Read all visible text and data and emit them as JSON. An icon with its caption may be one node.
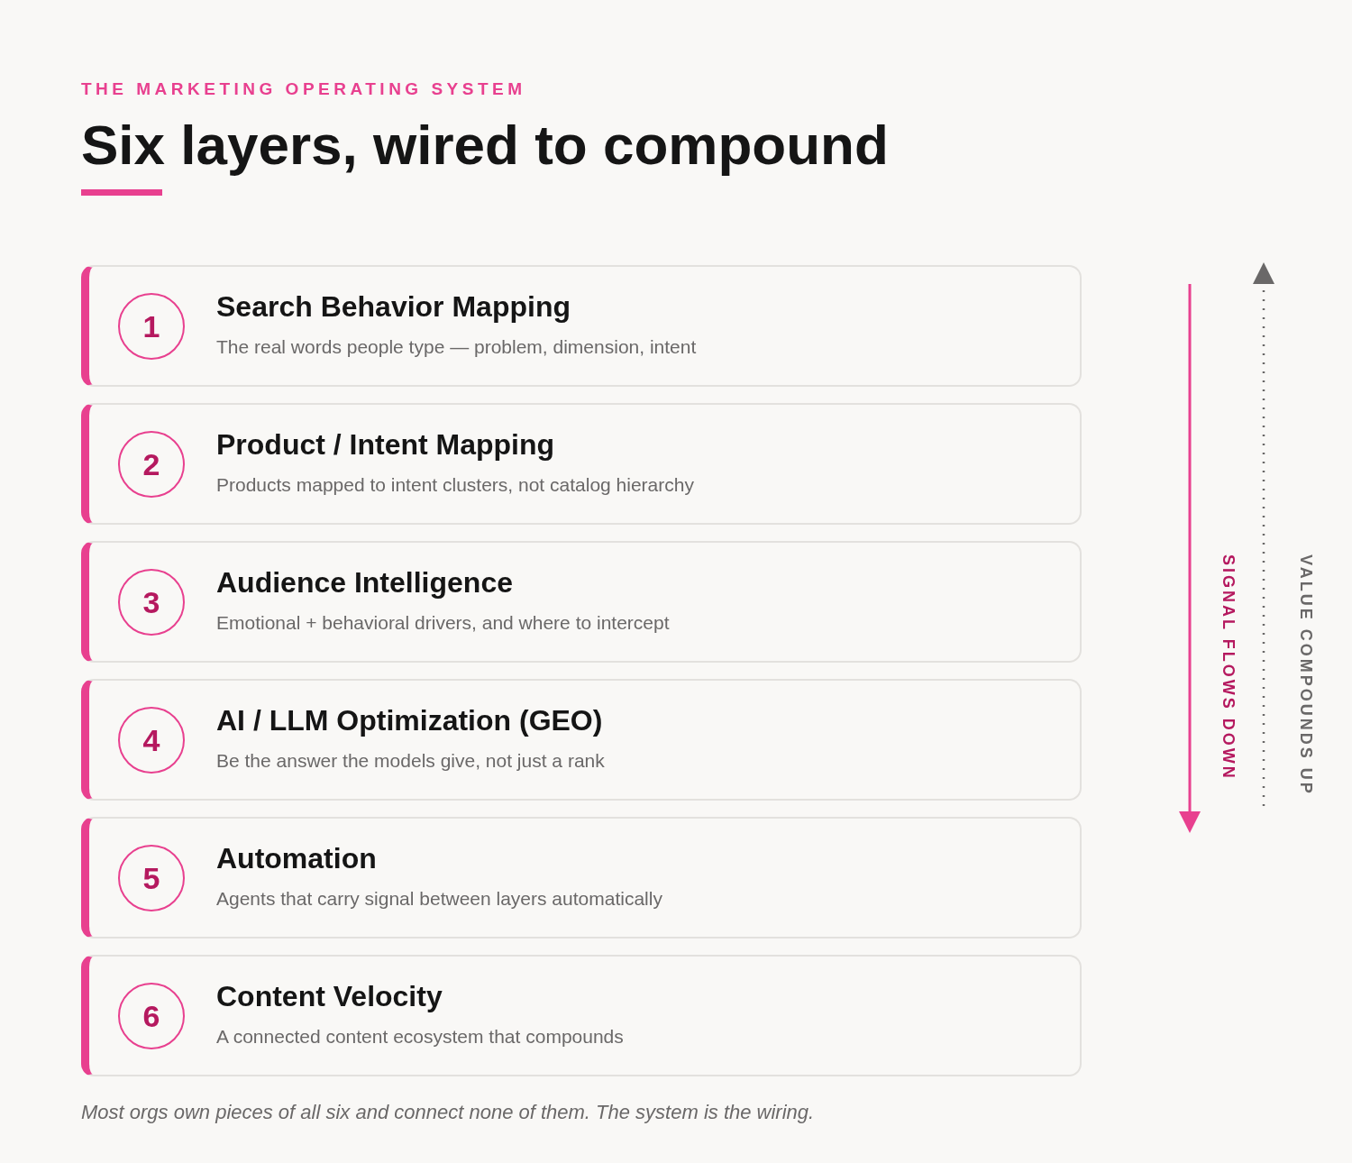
{
  "diagram": {
    "title": "Six layers, wired to compound",
    "caption": "Most orgs own pieces of all six and connect none of them. The system is the wiring.",
    "nodes": [
      {
        "text": [
          "Search Behavior Mapping",
          "The real words people type — problem, dimension, intent"
        ]
      },
      {
        "text": [
          "1"
        ],
        "in": 0
      },
      {
        "text": [
          "Product / Intent Mapping",
          "Products mapped to intent clusters, not catalog hierarchy"
        ]
      },
      {
        "text": [
          "2"
        ],
        "in": 2
      },
      {
        "text": [
          "Audience Intelligence",
          "Emotional + behavioral drivers, and where to intercept"
        ]
      },
      {
        "text": [
          "3"
        ],
        "in": 4
      },
      {
        "text": [
          "AI / LLM Optimization (GEO)",
          "Be the answer the models give, not just a rank"
        ]
      },
      {
        "text": [
          "4"
        ],
        "in": 6
      },
      {
        "text": [
          "Automation",
          "Agents that carry signal between layers automatically"
        ]
      },
      {
        "text": [
          "5"
        ],
        "in": 8
      },
      {
        "text": [
          "Content Velocity",
          "A connected content ecosystem that compounds"
        ]
      },
      {
        "text": [
          "6"
        ],
        "in": 10
      }
    ],
    "labels": [
      "THE MARKETING OPERATING SYSTEM",
      "SIGNAL FLOWS DOWN",
      "VALUE COMPOUNDS UP"
    ]
  }
}
